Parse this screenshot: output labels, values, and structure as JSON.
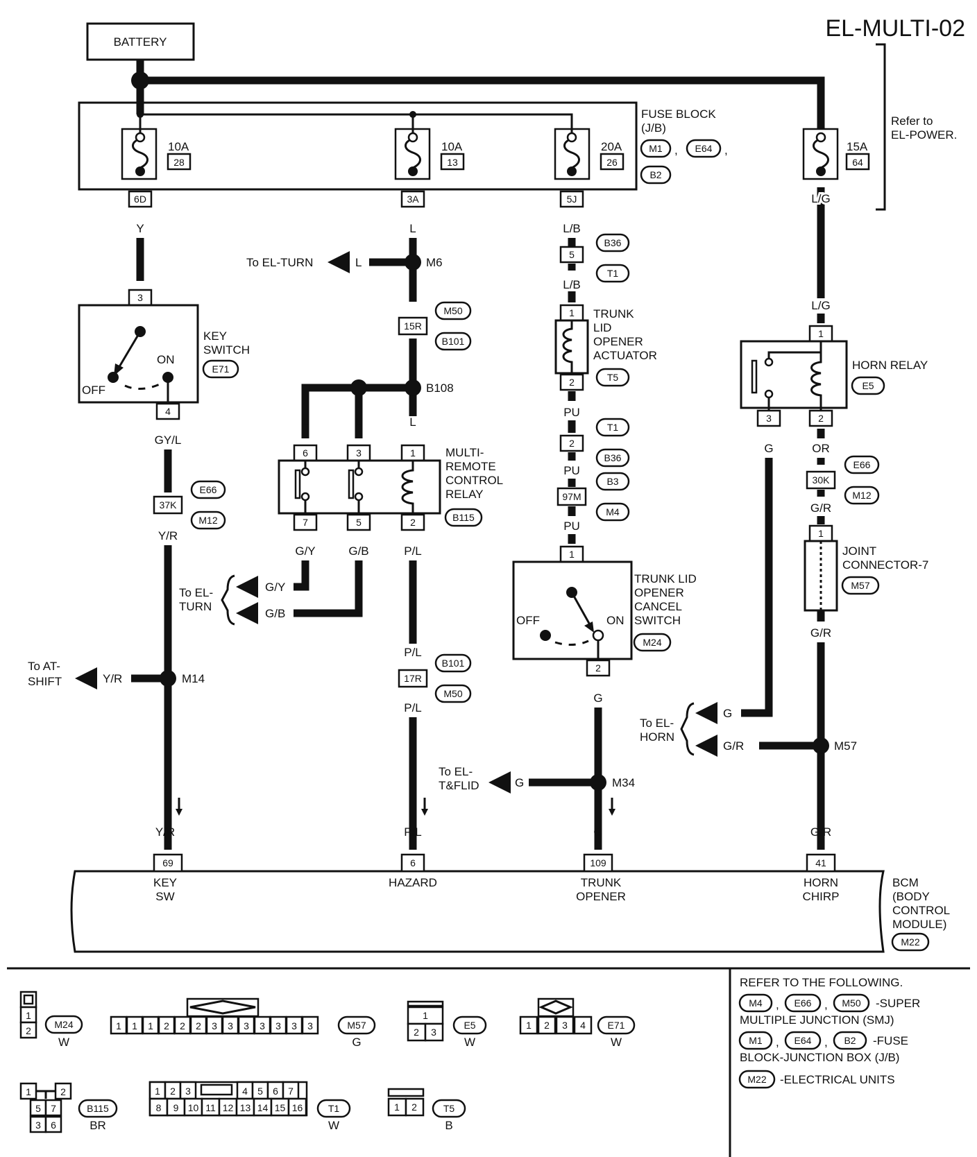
{
  "title": "EL-MULTI-02",
  "battery": "BATTERY",
  "fuse_block": {
    "label": [
      "FUSE BLOCK",
      "(J/B)"
    ],
    "refs": [
      "M1",
      "E64",
      "B2"
    ],
    "fuses": [
      {
        "amp": "10A",
        "num": "28",
        "terminal": "6D",
        "wire": "Y"
      },
      {
        "amp": "10A",
        "num": "13",
        "terminal": "3A",
        "wire": "L"
      },
      {
        "amp": "20A",
        "num": "26",
        "terminal": "5J",
        "wire": "L/B"
      },
      {
        "amp": "15A",
        "num": "64",
        "terminal": "",
        "wire": "L/G"
      }
    ],
    "refer_to": [
      "Refer to",
      "EL-POWER."
    ]
  },
  "key_switch": {
    "label": [
      "KEY",
      "SWITCH"
    ],
    "ref": "E71",
    "pin_top": "3",
    "pin_bottom": "4",
    "off": "OFF",
    "on": "ON",
    "wire_out": "GY/L",
    "smj": "37K",
    "smj_refs": [
      "E66",
      "M12"
    ],
    "wire_after": "Y/R",
    "junction": "M14",
    "branch": {
      "to": [
        "To AT-",
        "SHIFT"
      ],
      "wire": "Y/R"
    }
  },
  "col2": {
    "junction_m6": "M6",
    "m6_branch": {
      "to": "To EL-TURN",
      "wire": "L"
    },
    "wire_l": "L",
    "smj": "15R",
    "smj_refs": [
      "M50",
      "B101"
    ],
    "junction_b108": "B108",
    "relay": {
      "label": [
        "MULTI-",
        "REMOTE",
        "CONTROL",
        "RELAY"
      ],
      "ref": "B115",
      "pins_top": [
        "6",
        "3",
        "1"
      ],
      "pins_bottom": [
        "7",
        "5",
        "2"
      ],
      "wires_in": [
        "L",
        "L",
        "L"
      ],
      "wires_out": [
        "G/Y",
        "G/B",
        "P/L"
      ]
    },
    "to_turn": {
      "to": [
        "To EL-",
        "TURN"
      ],
      "wires": [
        "G/Y",
        "G/B"
      ]
    },
    "smj2": "17R",
    "smj2_refs": [
      "B101",
      "M50"
    ],
    "wire_pl": "P/L"
  },
  "col3": {
    "conn5": "5",
    "conn5_refs": [
      "B36",
      "T1"
    ],
    "wire_lb": "L/B",
    "actuator": {
      "label": [
        "TRUNK",
        "LID",
        "OPENER",
        "ACTUATOR"
      ],
      "ref": "T5",
      "pin_top": "1",
      "pin_bottom": "2"
    },
    "wire_pu": "PU",
    "conn2": "2",
    "conn2_refs": [
      "T1",
      "B36"
    ],
    "smj": "97M",
    "smj_refs": [
      "B3",
      "M4"
    ],
    "cancel": {
      "label": [
        "TRUNK LID",
        "OPENER",
        "CANCEL",
        "SWITCH"
      ],
      "ref": "M24",
      "pin_top": "1",
      "pin_bottom": "2",
      "off": "OFF",
      "on": "ON"
    },
    "wire_g": "G",
    "junction": "M34",
    "branch": {
      "to": [
        "To EL-",
        "T&FLID"
      ],
      "wire": "G"
    }
  },
  "col4": {
    "horn_relay": {
      "label": "HORN RELAY",
      "ref": "E5",
      "pin_top": "1",
      "pins_bottom": [
        "3",
        "2"
      ]
    },
    "wire_g": "G",
    "wire_or": "OR",
    "smj": "30K",
    "smj_refs": [
      "E66",
      "M12"
    ],
    "wire_gr": "G/R",
    "joint": {
      "label": [
        "JOINT",
        "CONNECTOR-7"
      ],
      "ref": "M57",
      "pin": "1"
    },
    "junction": "M57",
    "to_horn": {
      "to": [
        "To EL-",
        "HORN"
      ],
      "wires": [
        "G",
        "G/R"
      ]
    }
  },
  "bcm": {
    "label": [
      "BCM",
      "(BODY",
      "CONTROL",
      "MODULE)"
    ],
    "ref": "M22",
    "pins": [
      {
        "num": "69",
        "wire": "Y/R",
        "label": [
          "KEY",
          "SW"
        ]
      },
      {
        "num": "6",
        "wire": "P/L",
        "label": [
          "HAZARD"
        ]
      },
      {
        "num": "109",
        "wire": "G",
        "label": [
          "TRUNK",
          "OPENER"
        ]
      },
      {
        "num": "41",
        "wire": "G/R",
        "label": [
          "HORN",
          "CHIRP"
        ]
      }
    ]
  },
  "legend": {
    "m24": {
      "ref": "M24",
      "color": "W",
      "pins": [
        "1",
        "2"
      ]
    },
    "m57": {
      "ref": "M57",
      "color": "G",
      "pins": [
        "1",
        "1",
        "1",
        "2",
        "2",
        "2",
        "3",
        "3",
        "3",
        "3",
        "3",
        "3",
        "3"
      ]
    },
    "e5": {
      "ref": "E5",
      "color": "W",
      "pins": [
        "1",
        "2",
        "3"
      ]
    },
    "e71": {
      "ref": "E71",
      "color": "W",
      "pins": [
        "1",
        "2",
        "3",
        "4"
      ]
    },
    "b115": {
      "ref": "B115",
      "color": "BR",
      "pins": [
        "1",
        "2",
        "5",
        "7",
        "3",
        "6"
      ]
    },
    "t1": {
      "ref": "T1",
      "color": "W",
      "pins_top": [
        "1",
        "2",
        "3",
        "4",
        "5",
        "6",
        "7"
      ],
      "pins_bottom": [
        "8",
        "9",
        "10",
        "11",
        "12",
        "13",
        "14",
        "15",
        "16"
      ]
    },
    "t5": {
      "ref": "T5",
      "color": "B",
      "pins": [
        "1",
        "2"
      ]
    }
  },
  "refer_box": {
    "heading": "REFER TO THE FOLLOWING.",
    "smj_refs": [
      "M4",
      "E66",
      "M50"
    ],
    "smj_text": [
      "-SUPER",
      "MULTIPLE JUNCTION (SMJ)"
    ],
    "jb_refs": [
      "M1",
      "E64",
      "B2"
    ],
    "jb_text": [
      "-FUSE",
      "BLOCK-JUNCTION BOX (J/B)"
    ],
    "eu_ref": "M22",
    "eu_text": "-ELECTRICAL UNITS"
  }
}
